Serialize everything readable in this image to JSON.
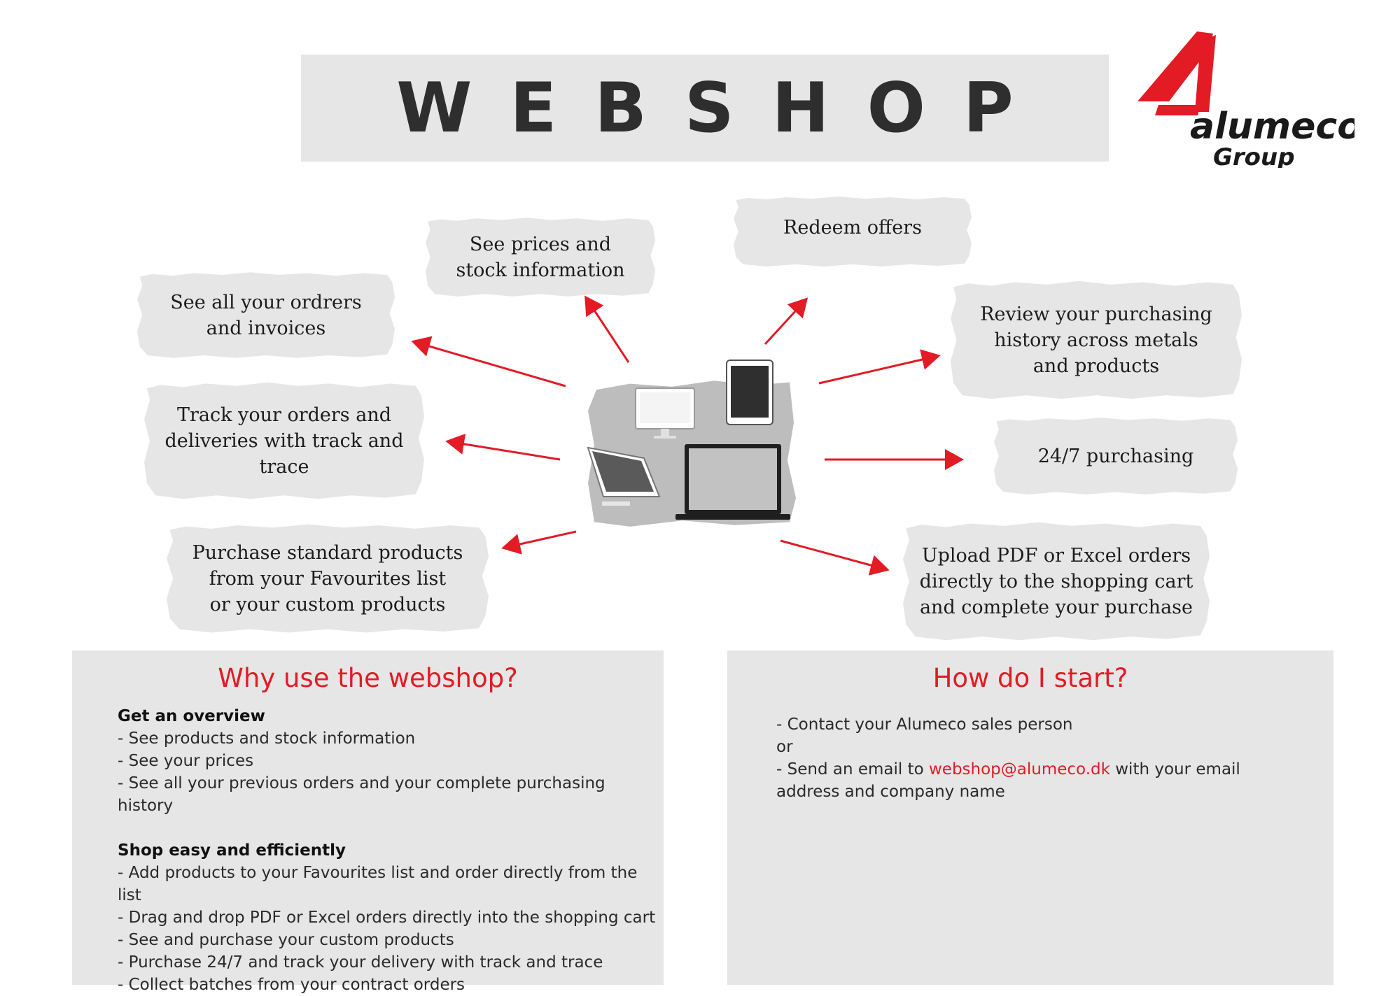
{
  "header": {
    "title": "WEBSHOP",
    "logo_text": "alumeco",
    "logo_subtext": "Group"
  },
  "features": {
    "prices_stock": "See prices and\nstock information",
    "redeem_offers": "Redeem offers",
    "orders_invoices": "See all your ordrers\nand invoices",
    "purchasing_history": "Review your purchasing\nhistory across metals\nand products",
    "track_trace": "Track your orders and\ndeliveries with track and\ntrace",
    "purchasing_247": "24/7 purchasing",
    "favourites": "Purchase standard products\nfrom your Favourites list\nor your custom products",
    "upload_orders": "Upload PDF or Excel orders\ndirectly to the shopping cart\nand complete your purchase"
  },
  "why": {
    "title": "Why use the webshop?",
    "overview_heading": "Get an overview",
    "overview_items": [
      "- See products and stock information",
      "- See your prices",
      "- See all your previous orders and your complete purchasing history"
    ],
    "shop_heading": "Shop easy and efficiently",
    "shop_items": [
      "- Add products to your Favourites list and order directly from the list",
      "- Drag and drop PDF or Excel orders directly into the shopping cart",
      "- See and purchase your custom products",
      "- Purchase 24/7 and track your delivery with track and trace",
      "- Collect batches from your contract orders"
    ]
  },
  "start": {
    "title": "How do I start?",
    "line1": "- Contact your Alumeco sales person",
    "line2": "or",
    "line3_pre": "- Send an email to ",
    "email": "webshop@alumeco.dk",
    "line3_post": " with your email address and company name"
  },
  "colors": {
    "accent": "#e21b25",
    "panel_bg": "#e6e6e6",
    "title_text": "#2f2e2e"
  }
}
